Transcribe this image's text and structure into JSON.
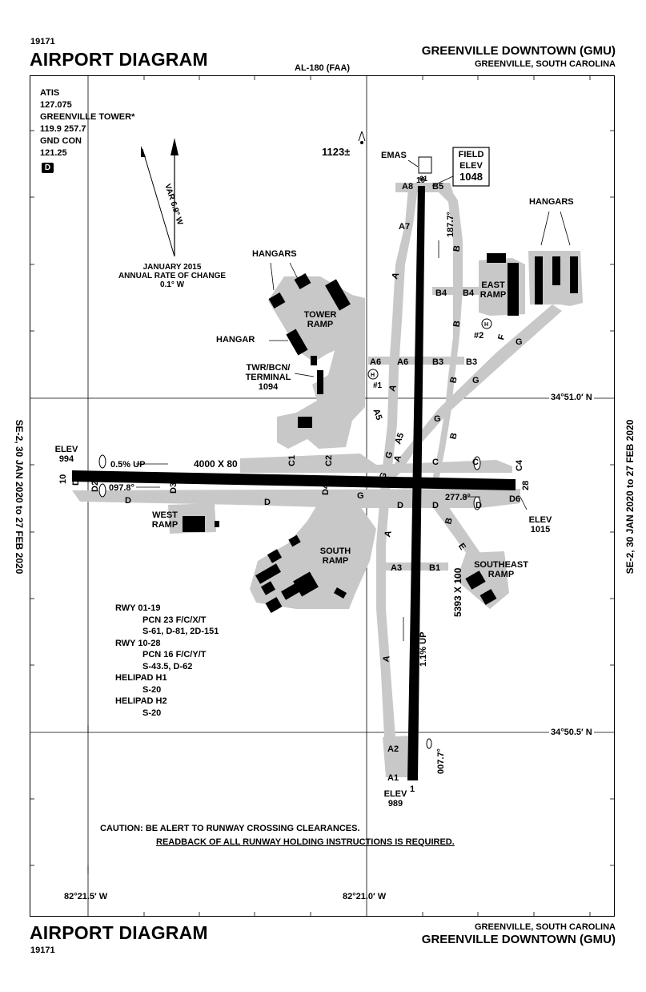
{
  "header": {
    "chart_number": "19171",
    "title": "AIRPORT DIAGRAM",
    "procedure_id": "AL-180 (FAA)",
    "airport_name": "GREENVILLE DOWNTOWN (GMU)",
    "location": "GREENVILLE, SOUTH CAROLINA"
  },
  "footer": {
    "title": "AIRPORT DIAGRAM",
    "chart_number": "19171",
    "location": "GREENVILLE, SOUTH CAROLINA",
    "airport_name": "GREENVILLE DOWNTOWN (GMU)"
  },
  "cycle": {
    "left": "SE-2,  30 JAN 2020  to  27 FEB 2020",
    "right": "SE-2,  30 JAN 2020  to  27 FEB 2020"
  },
  "frequencies": {
    "lines": [
      "ATIS",
      "127.075",
      "GREENVILLE TOWER*",
      "119.9  257.7",
      "GND CON",
      "121.25"
    ],
    "badge": "D"
  },
  "magnetic": {
    "var_label": "VAR 6.9° W",
    "change_lines": [
      "JANUARY 2015",
      "ANNUAL RATE OF CHANGE",
      "0.1° W"
    ]
  },
  "obstacle": "1123±",
  "field_elev": {
    "lines": [
      "FIELD",
      "ELEV",
      "1048"
    ]
  },
  "emas": "EMAS",
  "coords": {
    "lat_top": "34°51.0′ N",
    "lat_bottom": "34°50.5′ N",
    "lon_left": "82°21.5′ W",
    "lon_right": "82°21.0′ W"
  },
  "runways": {
    "r01_19": {
      "dims": "5393 X 100",
      "slope": "1.1% UP",
      "hdg_n": "187.7°",
      "hdg_s": "007.7°",
      "end_n": "19",
      "end_s": "1",
      "emas_end": "61"
    },
    "r10_28": {
      "dims": "4000 X 80",
      "slope": "0.5% UP",
      "hdg_w": "097.8°",
      "hdg_e": "277.8°",
      "end_w": "10",
      "end_e": "28"
    }
  },
  "elevations": {
    "west": [
      "ELEV",
      "994"
    ],
    "east": [
      "ELEV",
      "1015"
    ],
    "south": [
      "ELEV",
      "989"
    ]
  },
  "areas": {
    "hangars_ne": "HANGARS",
    "hangars_nw": "HANGARS",
    "hangar": "HANGAR",
    "tower_ramp": [
      "TOWER",
      "RAMP"
    ],
    "east_ramp": [
      "EAST",
      "RAMP"
    ],
    "terminal": [
      "TWR/BCN/",
      "TERMINAL",
      "1094"
    ],
    "west_ramp": [
      "WEST",
      "RAMP"
    ],
    "south_ramp": [
      "SOUTH",
      "RAMP"
    ],
    "southeast_ramp": [
      "SOUTHEAST",
      "RAMP"
    ]
  },
  "taxiways": {
    "a8": "A8",
    "b5": "B5",
    "a7": "A7",
    "a": "A",
    "b": "B",
    "b4": "B4",
    "a6": "A6",
    "b3": "B3",
    "g": "G",
    "a5": "A5",
    "c": "C",
    "c1": "C1",
    "c2": "C2",
    "c4": "C4",
    "d": "D",
    "d1": "D1",
    "d2": "D2",
    "d3": "D3",
    "d4": "D4",
    "d6": "D6",
    "a3": "A3",
    "b1": "B1",
    "e": "E",
    "f": "F",
    "a2": "A2",
    "a1": "A1"
  },
  "helipads": {
    "h1": "#1",
    "h2": "#2",
    "symbol": "H"
  },
  "runway_info": {
    "lines": [
      "RWY 01-19",
      "PCN 23 F/C/X/T",
      "S-61, D-81, 2D-151",
      "RWY 10-28",
      "PCN 16 F/C/Y/T",
      "S-43.5, D-62",
      "HELIPAD H1",
      "S-20",
      "HELIPAD H2",
      "S-20"
    ]
  },
  "caution": {
    "line1": "CAUTION: BE ALERT TO RUNWAY CROSSING CLEARANCES.",
    "line2": "READBACK OF ALL RUNWAY HOLDING INSTRUCTIONS IS REQUIRED."
  }
}
